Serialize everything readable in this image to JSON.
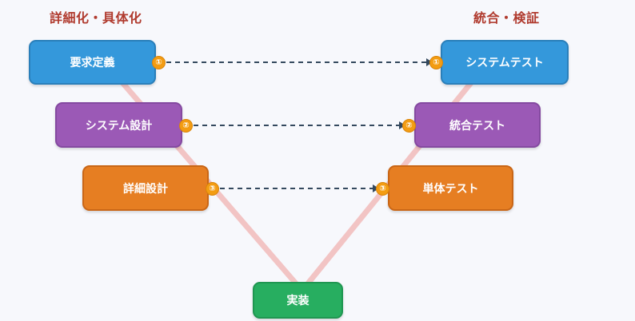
{
  "headings": {
    "left": "詳細化・具体化",
    "right": "統合・検証"
  },
  "left_phases": [
    {
      "label": "要求定義",
      "color": "#3498db",
      "badge": "①"
    },
    {
      "label": "システム設計",
      "color": "#9b59b6",
      "badge": "②"
    },
    {
      "label": "詳細設計",
      "color": "#e67e22",
      "badge": "③"
    }
  ],
  "bottom_phase": {
    "label": "実装",
    "color": "#27ae60"
  },
  "right_phases": [
    {
      "label": "システムテスト",
      "color": "#3498db",
      "badge": "①"
    },
    {
      "label": "統合テスト",
      "color": "#9b59b6",
      "badge": "②"
    },
    {
      "label": "単体テスト",
      "color": "#e67e22",
      "badge": "③"
    }
  ],
  "colors": {
    "heading": "#b03a2e",
    "v_line": "#f2c4c4",
    "connector": "#34495e",
    "badge": "#f39c12"
  }
}
